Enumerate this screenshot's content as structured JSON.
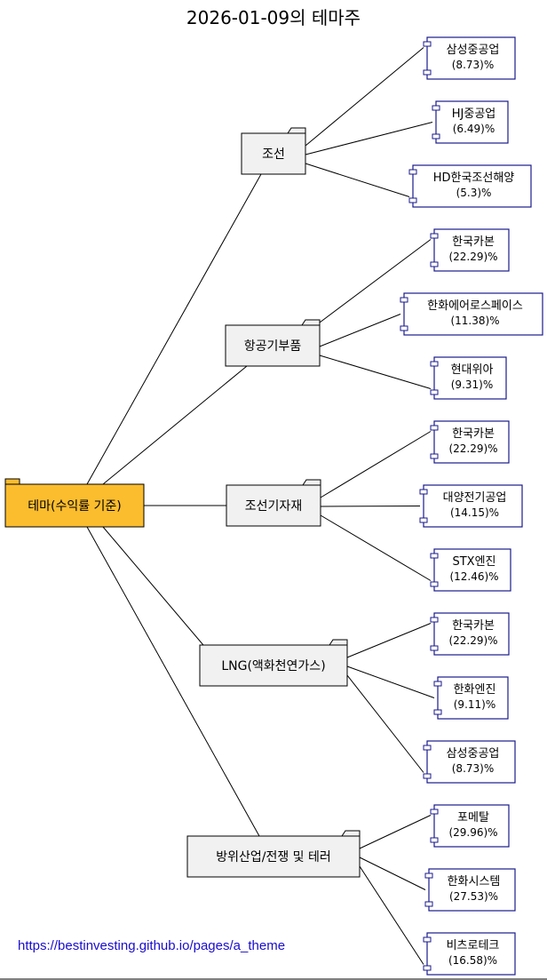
{
  "title": "2026-01-09의 테마주",
  "root": {
    "label": "테마(수익률 기준)"
  },
  "themes": [
    {
      "name": "조선",
      "stocks": [
        {
          "name": "삼성중공업",
          "value": "(8.73)%"
        },
        {
          "name": "HJ중공업",
          "value": "(6.49)%"
        },
        {
          "name": "HD한국조선해양",
          "value": "(5.3)%"
        }
      ]
    },
    {
      "name": "항공기부품",
      "stocks": [
        {
          "name": "한국카본",
          "value": "(22.29)%"
        },
        {
          "name": "한화에어로스페이스",
          "value": "(11.38)%"
        },
        {
          "name": "현대위아",
          "value": "(9.31)%"
        }
      ]
    },
    {
      "name": "조선기자재",
      "stocks": [
        {
          "name": "한국카본",
          "value": "(22.29)%"
        },
        {
          "name": "대양전기공업",
          "value": "(14.15)%"
        },
        {
          "name": "STX엔진",
          "value": "(12.46)%"
        }
      ]
    },
    {
      "name": "LNG(액화천연가스)",
      "stocks": [
        {
          "name": "한국카본",
          "value": "(22.29)%"
        },
        {
          "name": "한화엔진",
          "value": "(9.11)%"
        },
        {
          "name": "삼성중공업",
          "value": "(8.73)%"
        }
      ]
    },
    {
      "name": "방위산업/전쟁 및 테러",
      "stocks": [
        {
          "name": "포메탈",
          "value": "(29.96)%"
        },
        {
          "name": "한화시스템",
          "value": "(27.53)%"
        },
        {
          "name": "비츠로테크",
          "value": "(16.58)%"
        }
      ]
    }
  ],
  "footer": {
    "url": "https://bestinvesting.github.io/pages/a_theme"
  },
  "colors": {
    "root_fill": "#fbbd2e",
    "folder_fill": "#f1f1f1",
    "component_stroke": "#1a1a8c",
    "link": "#1a0dcc"
  }
}
